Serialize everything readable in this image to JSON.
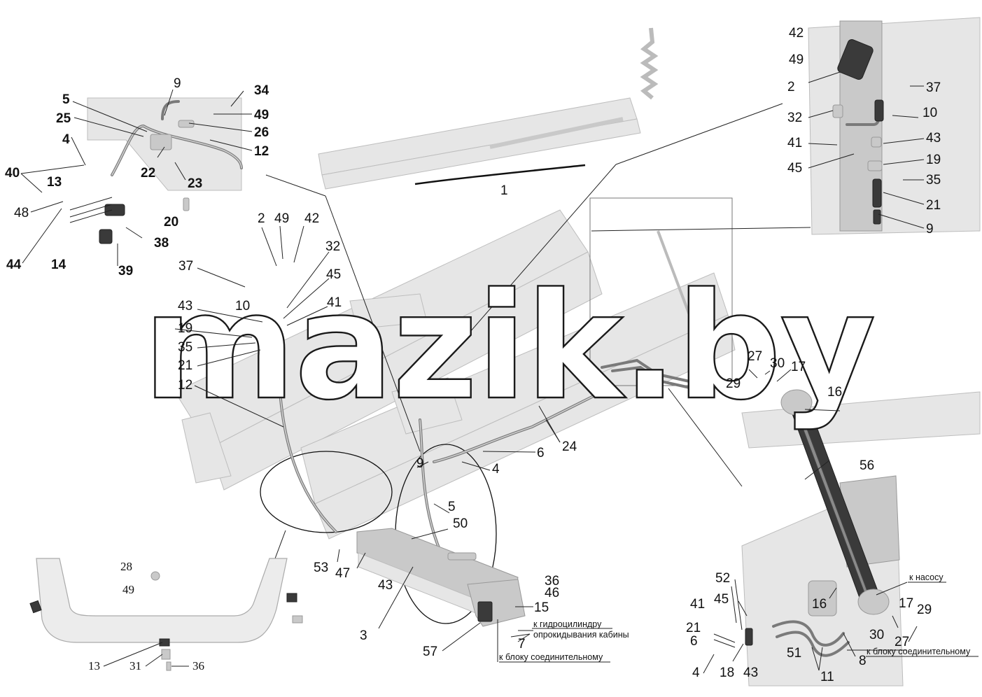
{
  "watermark": "mazik.by",
  "labels": {
    "l1": "1",
    "l2a": "2",
    "l2b": "2",
    "l3": "3",
    "l4a": "4",
    "l4b": "4",
    "l4c": "4",
    "l5a": "5",
    "l5b": "5",
    "l6a": "6",
    "l6b": "6",
    "l7": "7",
    "l8": "8",
    "l9a": "9",
    "l9b": "9",
    "l9c": "9",
    "l10a": "10",
    "l10b": "10",
    "l11": "11",
    "l12a": "12",
    "l12b": "12",
    "l13a": "13",
    "l13b": "13",
    "l14": "14",
    "l15": "15",
    "l16a": "16",
    "l16b": "16",
    "l17a": "17",
    "l17b": "17",
    "l18": "18",
    "l19a": "19",
    "l19b": "19",
    "l20": "20",
    "l21a": "21",
    "l21b": "21",
    "l21c": "21",
    "l22": "22",
    "l23": "23",
    "l24": "24",
    "l25": "25",
    "l26": "26",
    "l27a": "27",
    "l27b": "27",
    "l28": "28",
    "l29a": "29",
    "l29b": "29",
    "l30a": "30",
    "l30b": "30",
    "l31": "31",
    "l32a": "32",
    "l32b": "32",
    "l34": "34",
    "l35a": "35",
    "l35b": "35",
    "l36a": "36",
    "l36b": "36",
    "l37a": "37",
    "l37b": "37",
    "l38": "38",
    "l39": "39",
    "l40": "40",
    "l41a": "41",
    "l41b": "41",
    "l41c": "41",
    "l42a": "42",
    "l42b": "42",
    "l43a": "43",
    "l43b": "43",
    "l43c": "43",
    "l43d": "43",
    "l44": "44",
    "l45a": "45",
    "l45b": "45",
    "l45c": "45",
    "l46": "46",
    "l47": "47",
    "l48": "48",
    "l49a": "49",
    "l49b": "49",
    "l49c": "49",
    "l49d": "49",
    "l50": "50",
    "l51": "51",
    "l52": "52",
    "l53": "53",
    "l56": "56",
    "l57": "57"
  },
  "notes": {
    "to_cylinder_line1": "к гидроцилиндру",
    "to_cylinder_line2": "опрокидывания кабины",
    "to_block_center": "к блоку соединительному",
    "to_pump": "к насосу",
    "to_block_right": "к блоку соединительному"
  }
}
